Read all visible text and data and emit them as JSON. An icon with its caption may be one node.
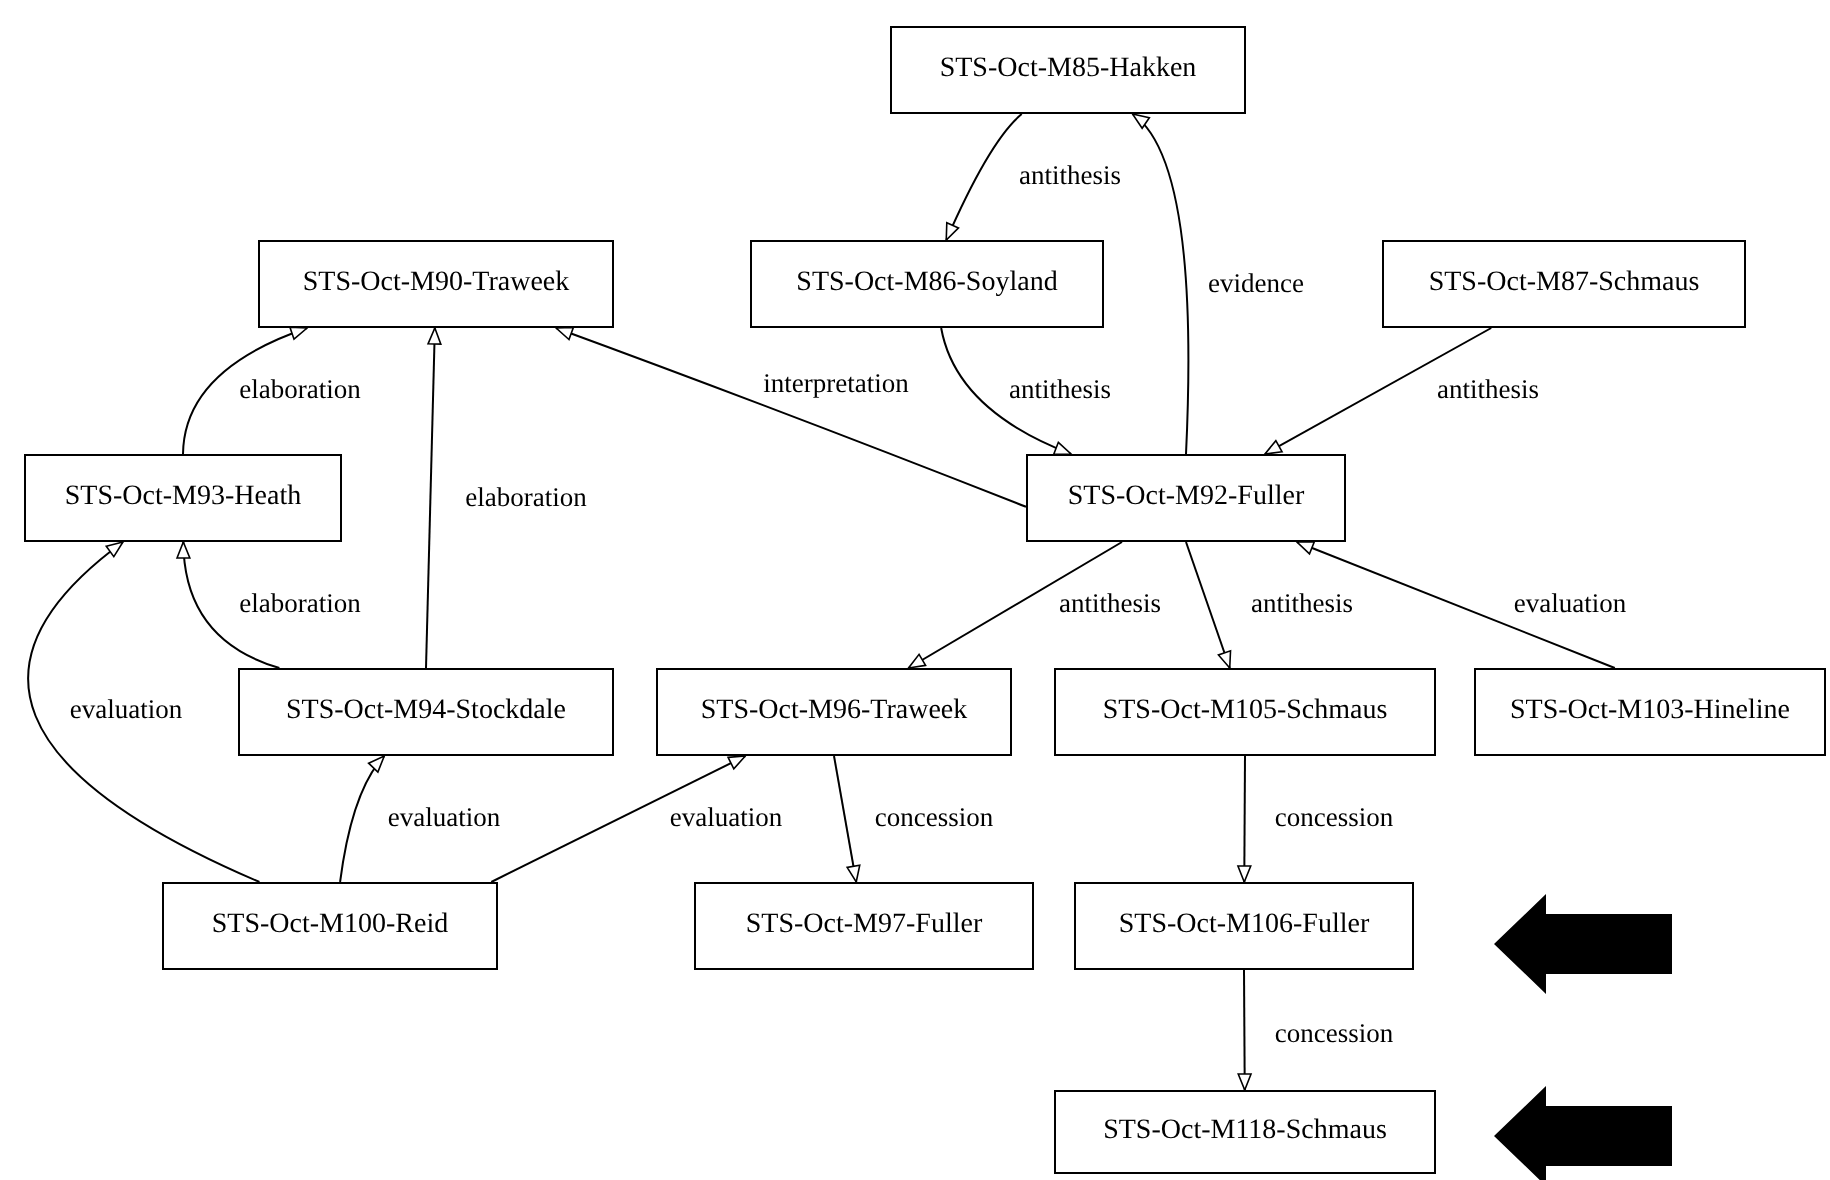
{
  "diagram": {
    "nodes": [
      {
        "text": [
          "STS-Oct-M85-Hakken"
        ]
      },
      {
        "text": [
          "STS-Oct-M90-Traweek"
        ]
      },
      {
        "text": [
          "STS-Oct-M86-Soyland"
        ]
      },
      {
        "text": [
          "STS-Oct-M87-Schmaus"
        ]
      },
      {
        "text": [
          "STS-Oct-M93-Heath"
        ]
      },
      {
        "text": [
          "STS-Oct-M92-Fuller"
        ]
      },
      {
        "text": [
          "STS-Oct-M94-Stockdale"
        ]
      },
      {
        "text": [
          "STS-Oct-M96-Traweek"
        ]
      },
      {
        "text": [
          "STS-Oct-M105-Schmaus"
        ]
      },
      {
        "text": [
          "STS-Oct-M103-Hineline"
        ]
      },
      {
        "text": [
          "STS-Oct-M100-Reid"
        ]
      },
      {
        "text": [
          "STS-Oct-M97-Fuller"
        ]
      },
      {
        "text": [
          "STS-Oct-M106-Fuller"
        ]
      },
      {
        "text": [
          "STS-Oct-M118-Schmaus"
        ]
      }
    ],
    "edges": [
      {
        "from": 0,
        "to": 2,
        "label": "antithesis",
        "arrow": "to"
      },
      {
        "from": 5,
        "to": 0,
        "label": "evidence",
        "arrow": "to"
      },
      {
        "from": 2,
        "to": 5,
        "label": "antithesis",
        "arrow": "to"
      },
      {
        "from": 3,
        "to": 5,
        "label": "antithesis",
        "arrow": "to"
      },
      {
        "from": 5,
        "to": 1,
        "label": "interpretation",
        "arrow": "to"
      },
      {
        "from": 4,
        "to": 1,
        "label": "elaboration",
        "arrow": "to"
      },
      {
        "from": 6,
        "to": 1,
        "label": "elaboration",
        "arrow": "to"
      },
      {
        "from": 6,
        "to": 4,
        "label": "elaboration",
        "arrow": "to"
      },
      {
        "from": 10,
        "to": 4,
        "label": "evaluation",
        "arrow": "to"
      },
      {
        "from": 10,
        "to": 6,
        "label": "evaluation",
        "arrow": "to"
      },
      {
        "from": 10,
        "to": 7,
        "label": "evaluation",
        "arrow": "to"
      },
      {
        "from": 5,
        "to": 7,
        "label": "antithesis",
        "arrow": "to"
      },
      {
        "from": 5,
        "to": 8,
        "label": "antithesis",
        "arrow": "to"
      },
      {
        "from": 9,
        "to": 5,
        "label": "evaluation",
        "arrow": "to"
      },
      {
        "from": 7,
        "to": 11,
        "label": "concession",
        "arrow": "to"
      },
      {
        "from": 8,
        "to": 12,
        "label": "concession",
        "arrow": "to"
      },
      {
        "from": 12,
        "to": 13,
        "label": "concession",
        "arrow": "to"
      }
    ]
  }
}
